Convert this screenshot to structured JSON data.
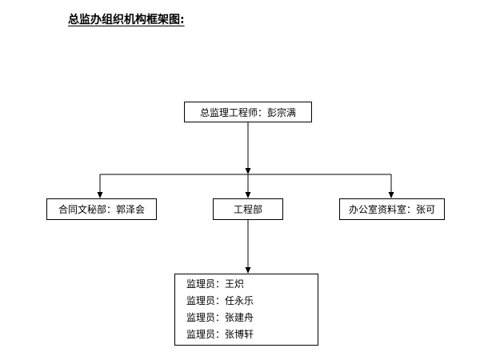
{
  "page_title": "总监办组织机构框架图:",
  "org_chart": {
    "root": {
      "label": "总监理工程师：彭宗满"
    },
    "level2": [
      {
        "label": "合同文秘部：郭泽会"
      },
      {
        "label": "工程部"
      },
      {
        "label": "办公室资料室：张可"
      }
    ],
    "members_box": {
      "lines": [
        "监理员：王炽",
        "监理员：任永乐",
        "监理员：张建舟",
        "监理员：张博轩"
      ]
    }
  },
  "colors": {
    "background": "#ffffff",
    "line": "#000000",
    "box_border": "#000000",
    "text": "#000000"
  }
}
